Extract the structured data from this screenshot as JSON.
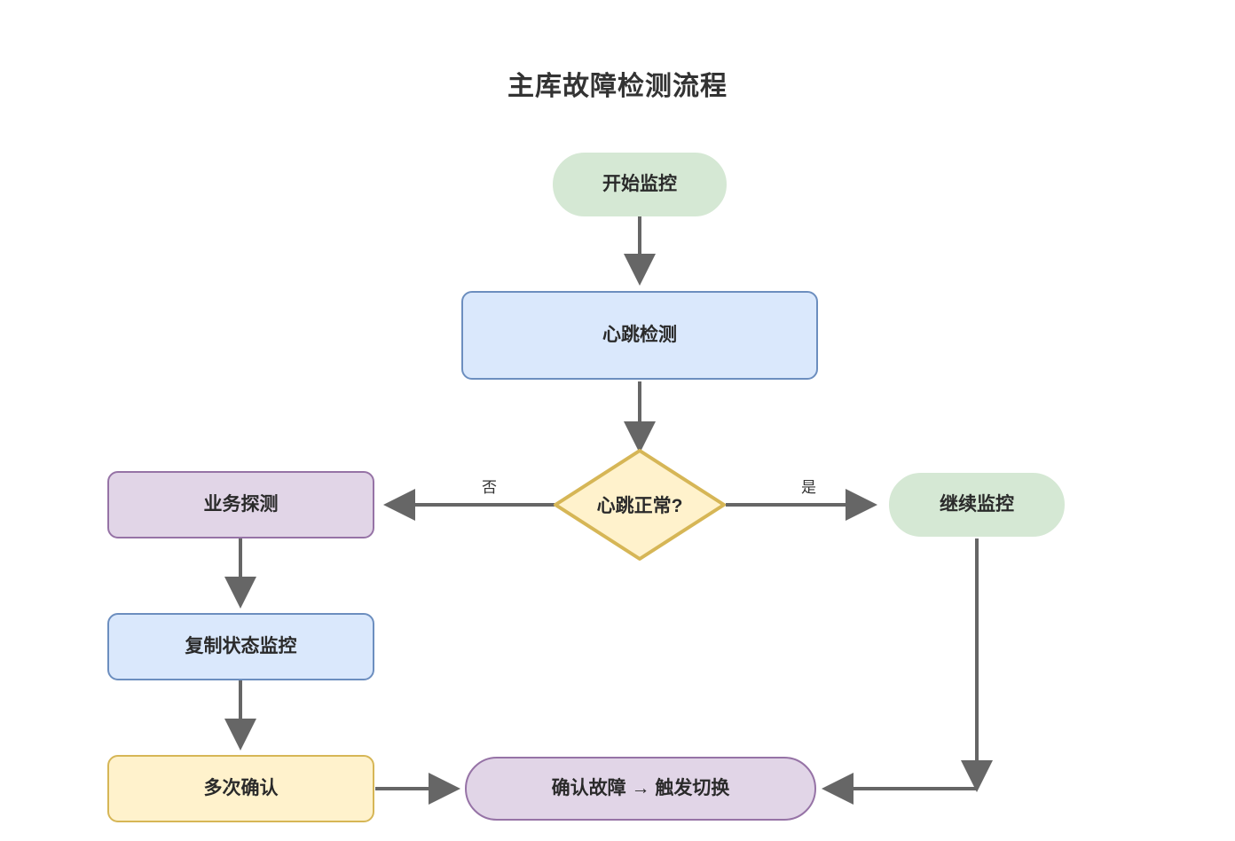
{
  "diagram": {
    "title": "主库故障检测流程",
    "type": "flowchart",
    "colors": {
      "green_fill": "#d5e8d4",
      "blue_fill": "#dae8fc",
      "blue_stroke": "#6c8ebf",
      "purple_fill": "#e1d5e7",
      "purple_stroke": "#9673a6",
      "yellow_fill": "#fff2cc",
      "yellow_stroke": "#d6b656",
      "edge_stroke": "#666666",
      "title_color": "#333333"
    },
    "nodes": [
      {
        "id": "start",
        "label": "开始监控",
        "shape": "stadium",
        "style": "green"
      },
      {
        "id": "heartbeat",
        "label": "心跳检测",
        "shape": "rounded",
        "style": "blue"
      },
      {
        "id": "decision",
        "label": "心跳正常?",
        "shape": "diamond",
        "style": "yellow"
      },
      {
        "id": "probe",
        "label": "业务探测",
        "shape": "rounded",
        "style": "purple"
      },
      {
        "id": "replica",
        "label": "复制状态监控",
        "shape": "rounded",
        "style": "blue"
      },
      {
        "id": "confirm",
        "label": "多次确认",
        "shape": "rounded",
        "style": "yellow"
      },
      {
        "id": "failover",
        "label": "确认故障 → 触发切换",
        "shape": "stadium",
        "style": "purple"
      },
      {
        "id": "continue",
        "label": "继续监控",
        "shape": "stadium",
        "style": "green"
      }
    ],
    "edges": [
      {
        "from": "start",
        "to": "heartbeat",
        "label": ""
      },
      {
        "from": "heartbeat",
        "to": "decision",
        "label": ""
      },
      {
        "from": "decision",
        "to": "probe",
        "label": "否"
      },
      {
        "from": "decision",
        "to": "continue",
        "label": "是"
      },
      {
        "from": "probe",
        "to": "replica",
        "label": ""
      },
      {
        "from": "replica",
        "to": "confirm",
        "label": ""
      },
      {
        "from": "confirm",
        "to": "failover",
        "label": ""
      },
      {
        "from": "continue",
        "to": "failover",
        "label": ""
      }
    ]
  }
}
